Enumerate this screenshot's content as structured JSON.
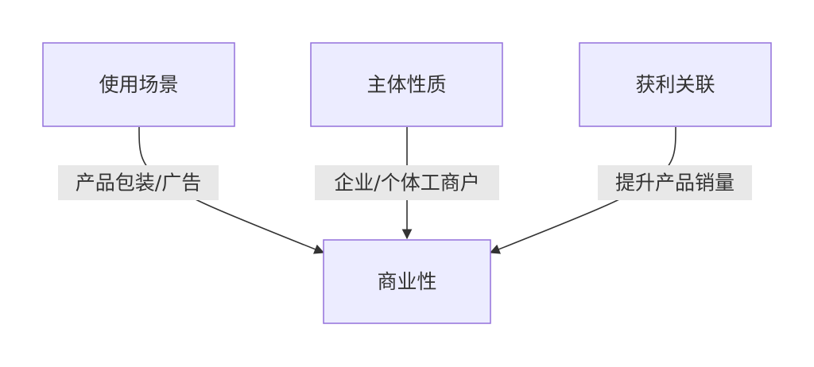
{
  "diagram": {
    "nodes": {
      "usage_scene": "使用场景",
      "entity_nature": "主体性质",
      "profit_link": "获利关联",
      "commerciality": "商业性"
    },
    "edges": {
      "usage_to_commerciality": "产品包装/广告",
      "entity_to_commerciality": "企业/个体工商户",
      "profit_to_commerciality": "提升产品销量"
    }
  },
  "colors": {
    "node_fill": "#ECECFF",
    "node_stroke": "#9370DB",
    "edge_stroke": "#333333",
    "edge_label_bg": "#e8e8e8",
    "text": "#333333"
  }
}
